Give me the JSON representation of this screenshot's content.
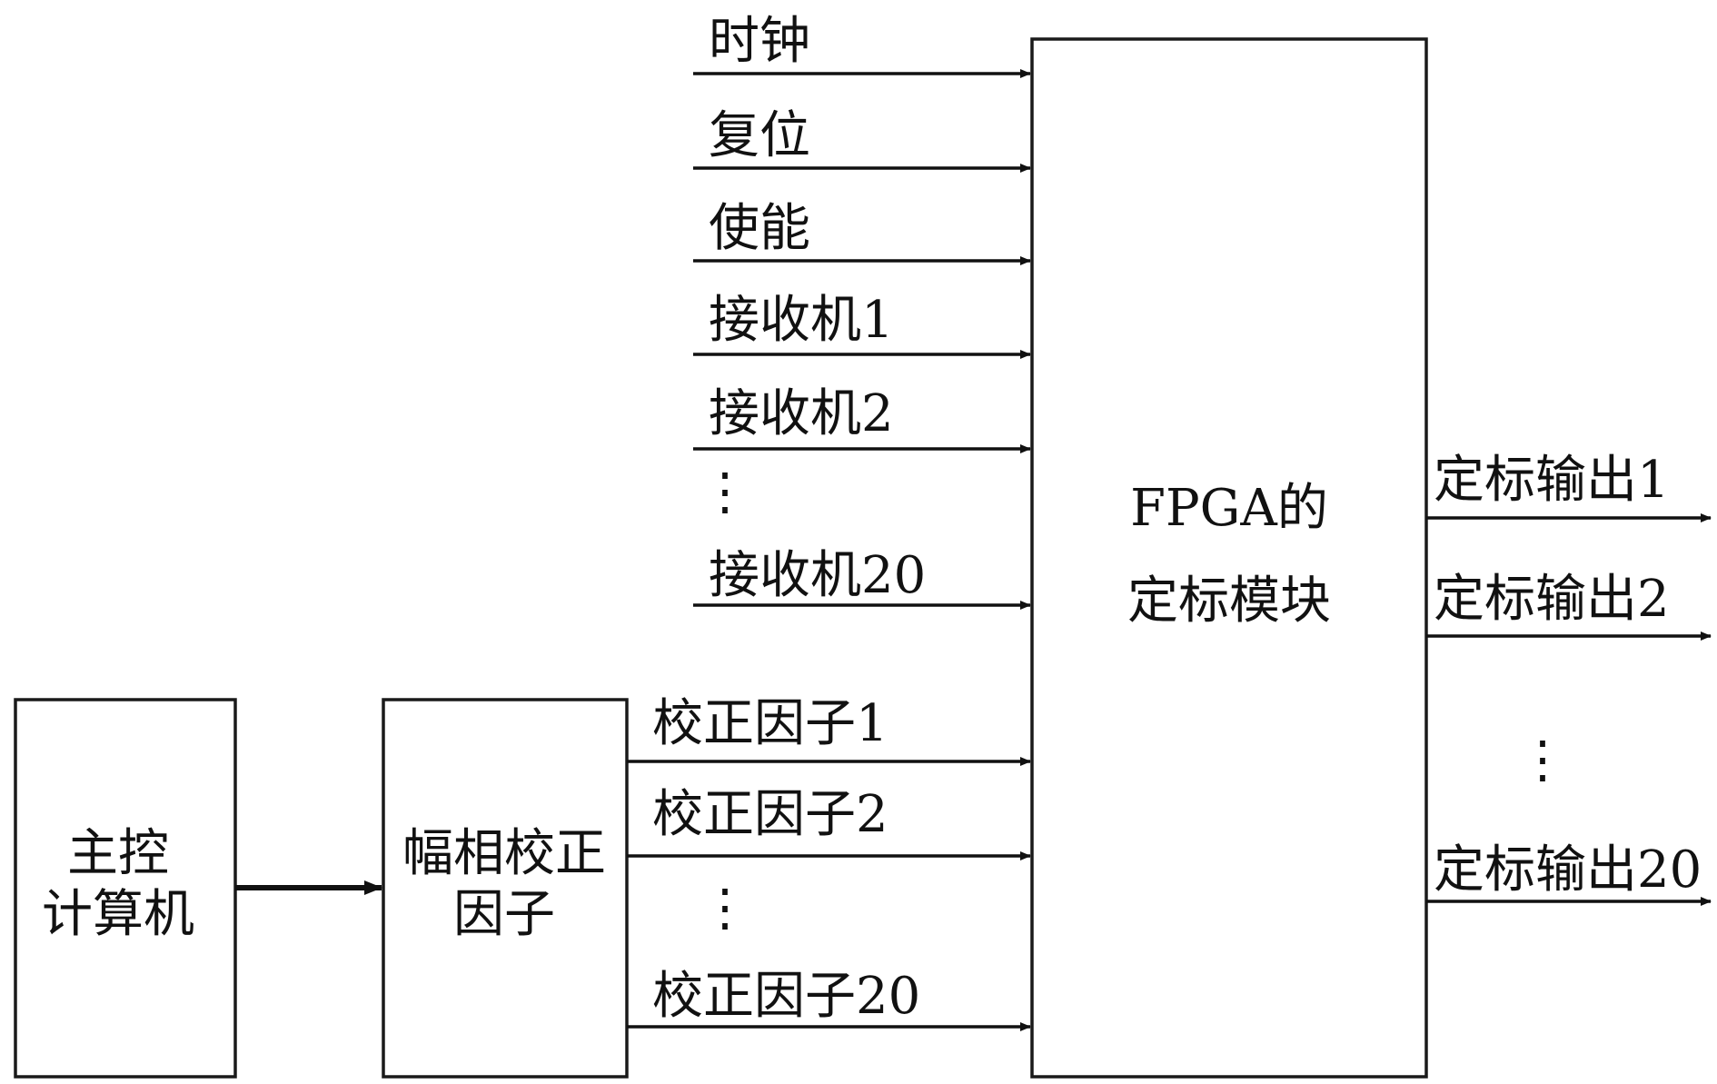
{
  "blocks": {
    "host_computer": {
      "lines": [
        "主控",
        "计算机"
      ]
    },
    "correction_factor_unit": {
      "lines": [
        "幅相校正",
        "因子"
      ]
    },
    "fpga_module": {
      "lines": [
        "FPGA的",
        "定标模块"
      ]
    }
  },
  "fpga_inputs": {
    "clock": "时钟",
    "reset": "复位",
    "enable": "使能",
    "receiver_1": "接收机1",
    "receiver_2": "接收机2",
    "ellipsis": "⋮",
    "receiver_20": "接收机20"
  },
  "correction_factors": {
    "factor_1": "校正因子1",
    "factor_2": "校正因子2",
    "ellipsis": "⋮",
    "factor_20": "校正因子20"
  },
  "outputs": {
    "output_1": "定标输出1",
    "output_2": "定标输出2",
    "ellipsis": "⋮",
    "output_20": "定标输出20"
  }
}
